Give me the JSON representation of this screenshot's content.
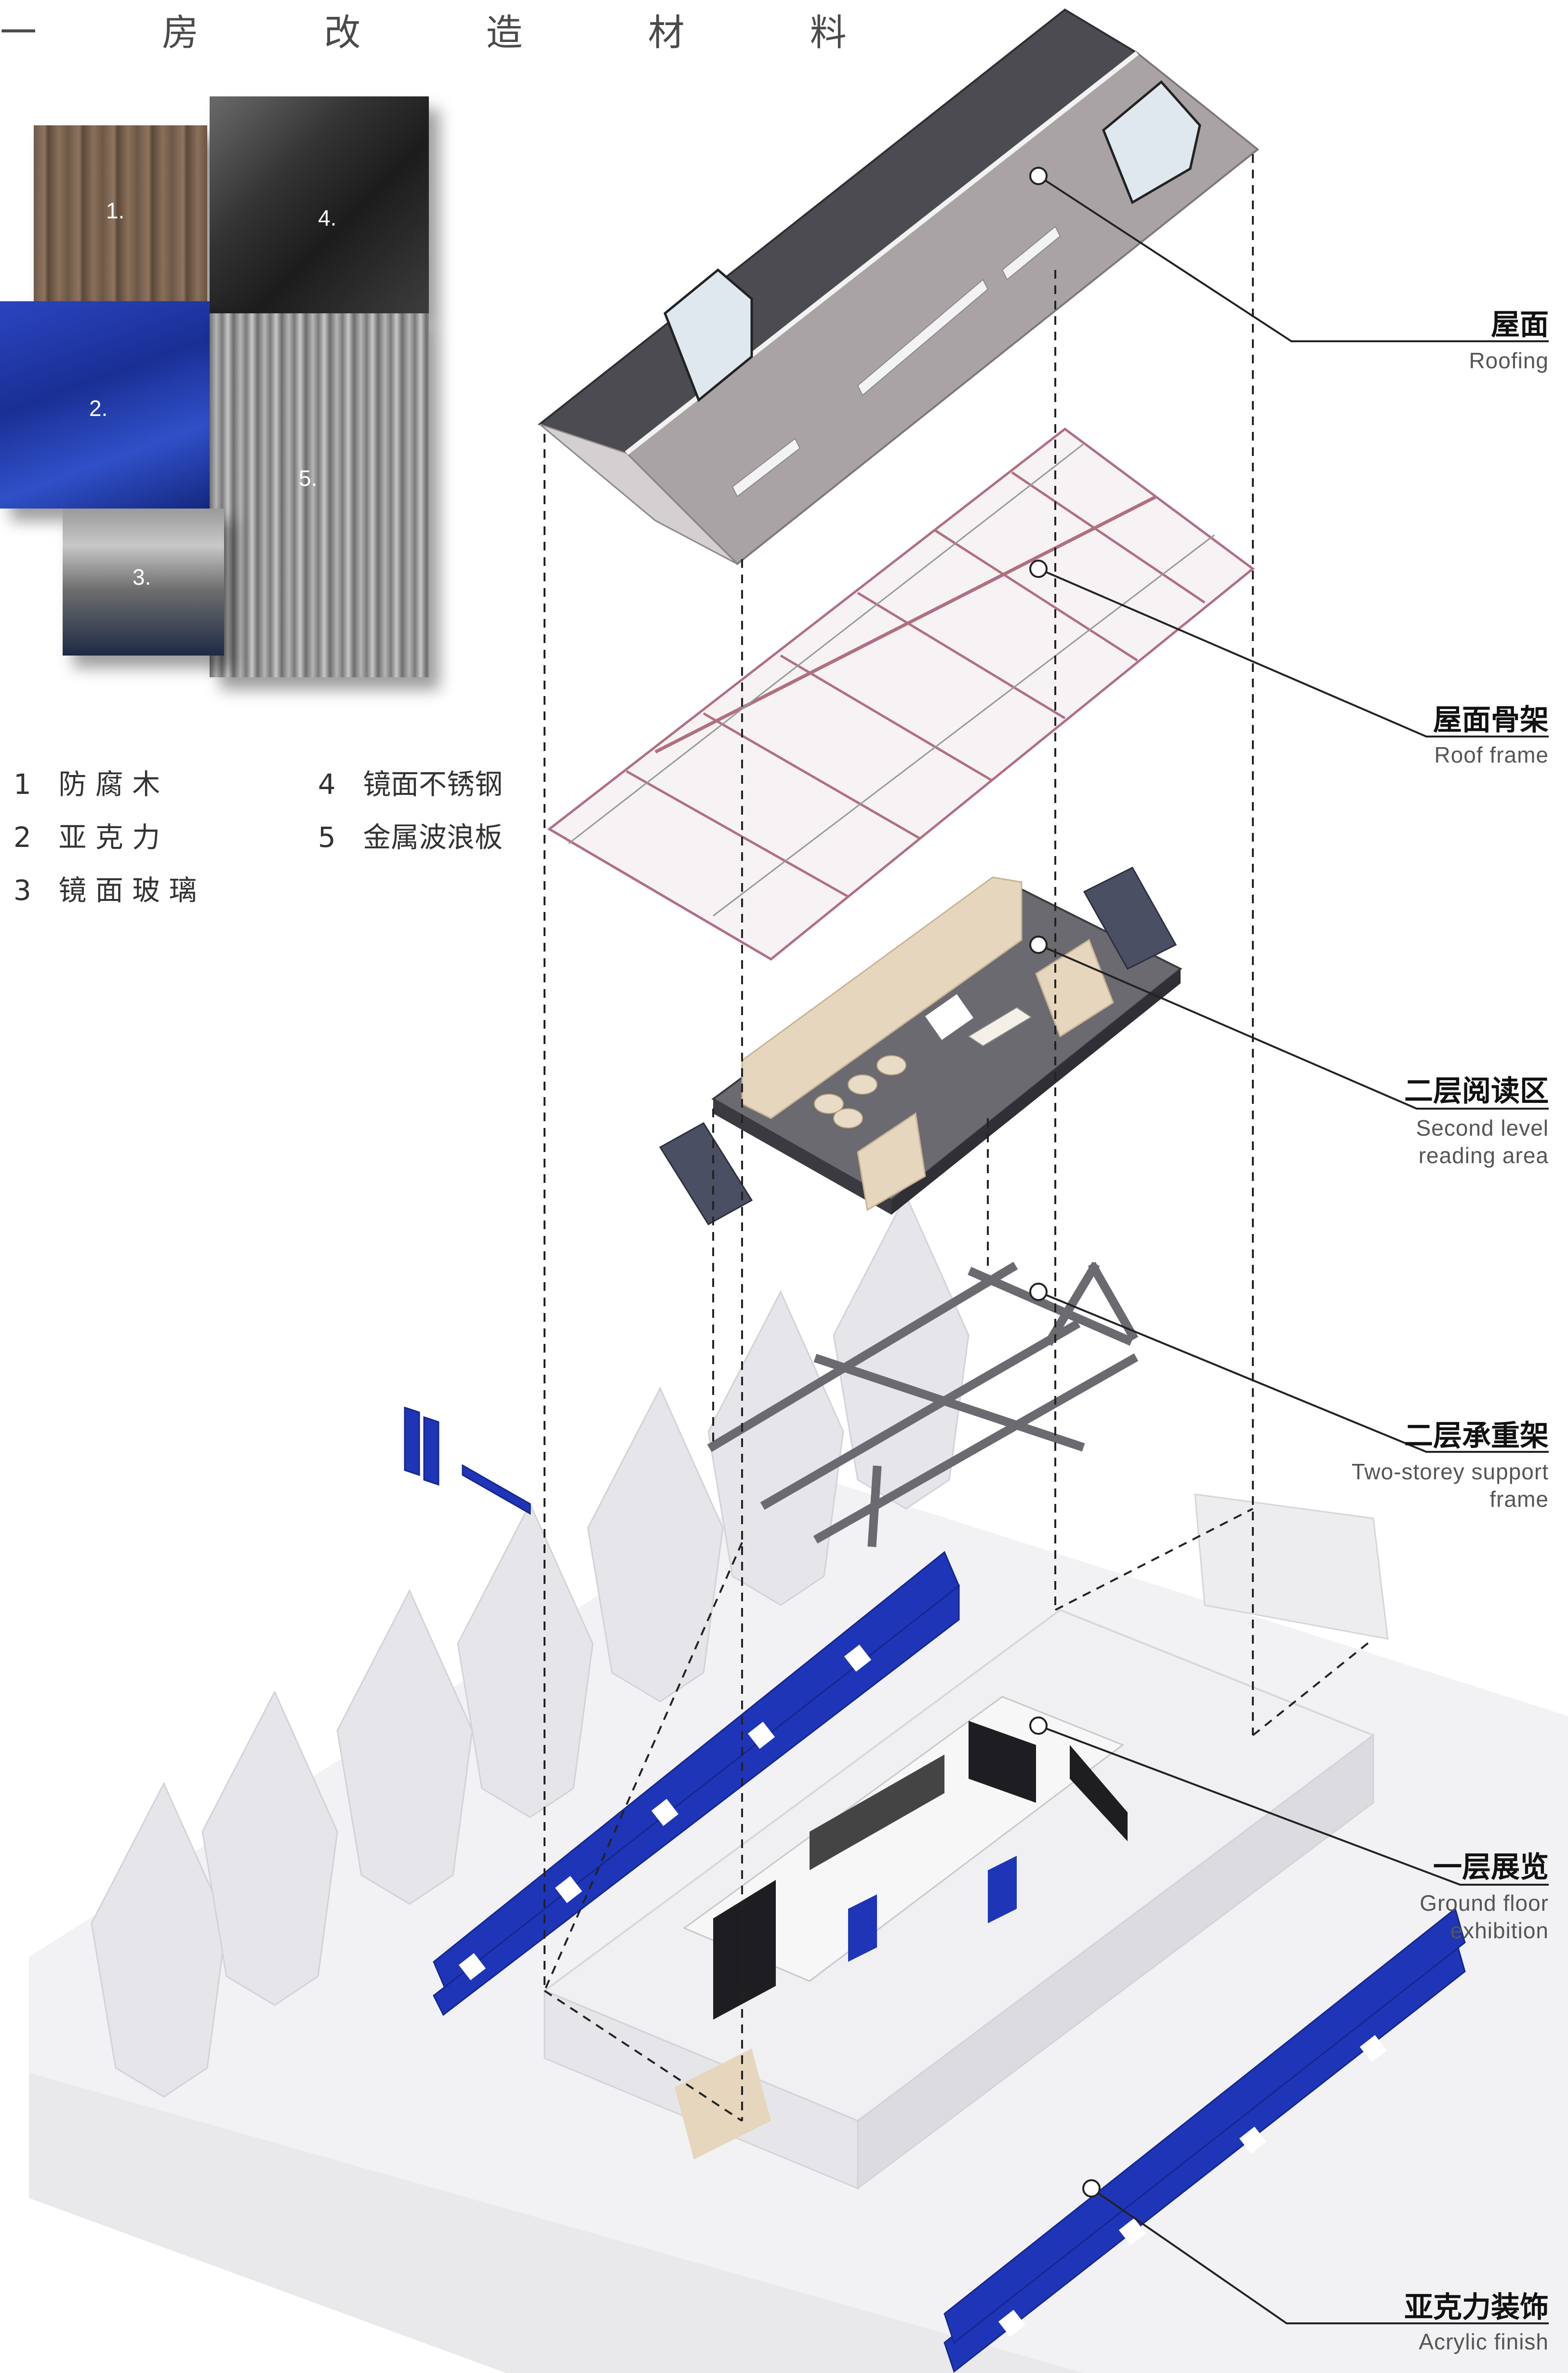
{
  "title": "一  房  改  造  材  料",
  "materials": {
    "swatches": [
      {
        "num": "1.",
        "icon": "wood-texture",
        "color": "#7a6350"
      },
      {
        "num": "2.",
        "icon": "acrylic-texture",
        "color": "#1e3aa6"
      },
      {
        "num": "3.",
        "icon": "mirror-glass-texture",
        "color": "#9a9a9a"
      },
      {
        "num": "4.",
        "icon": "mirror-steel-texture",
        "color": "#2d2d2d"
      },
      {
        "num": "5.",
        "icon": "corrugated-metal-texture",
        "color": "#8d8d8d"
      }
    ],
    "legend": [
      {
        "num": "1",
        "name": "防  腐  木"
      },
      {
        "num": "2",
        "name": "亚  克  力"
      },
      {
        "num": "3",
        "name": "镜 面 玻 璃"
      },
      {
        "num": "4",
        "name": "镜面不锈钢"
      },
      {
        "num": "5",
        "name": "金属波浪板"
      }
    ]
  },
  "layers": [
    {
      "zh": "屋面",
      "en": "Roofing"
    },
    {
      "zh": "屋面骨架",
      "en": "Roof frame"
    },
    {
      "zh": "二层阅读区",
      "en": "Second level\nreading area"
    },
    {
      "zh": "二层承重架",
      "en": "Two-storey support\nframe"
    },
    {
      "zh": "一层展览",
      "en": "Ground floor\nexhibition"
    },
    {
      "zh": "亚克力装饰",
      "en": "Acrylic finish"
    }
  ],
  "colors": {
    "acrylic_blue": "#1f35b8",
    "wood": "#e6d6bd",
    "roof_dark": "#4c4b52",
    "roof_metal": "#aaa3a6",
    "frame_red": "#b07080",
    "ghost_white": "#eeeef0"
  }
}
